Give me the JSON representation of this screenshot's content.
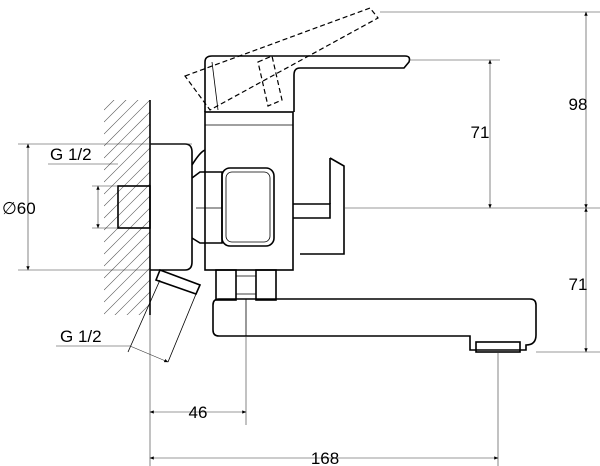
{
  "drawing": {
    "dimensions": {
      "d98": "98",
      "d71_top": "71",
      "d71_bottom": "71",
      "d46": "46",
      "d168": "168",
      "d60": "∅60"
    },
    "threads": {
      "top": "G 1/2",
      "bottom": "G 1/2"
    }
  }
}
